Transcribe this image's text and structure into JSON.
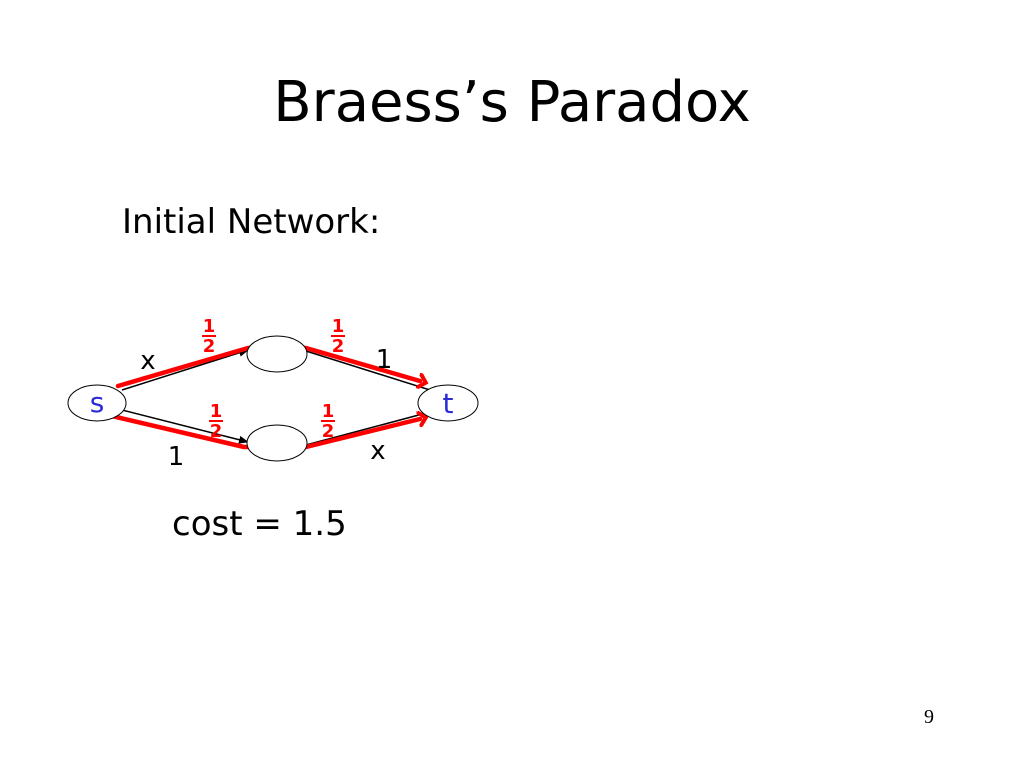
{
  "slide": {
    "title": "Braess’s Paradox",
    "subtitle": "Initial Network:",
    "cost": "cost = 1.5",
    "page_number": "9"
  },
  "diagram": {
    "nodes": {
      "source": "s",
      "sink": "t",
      "top_middle": "",
      "bottom_middle": ""
    },
    "edges": {
      "s_to_top": "x",
      "top_to_t": "1",
      "s_to_bottom": "1",
      "bottom_to_t": "x"
    },
    "flows": {
      "numerator": "1",
      "denominator": "2"
    }
  },
  "colors": {
    "flow": "#ff0000",
    "node_label": "#2b2bd8",
    "edge": "#000000"
  }
}
